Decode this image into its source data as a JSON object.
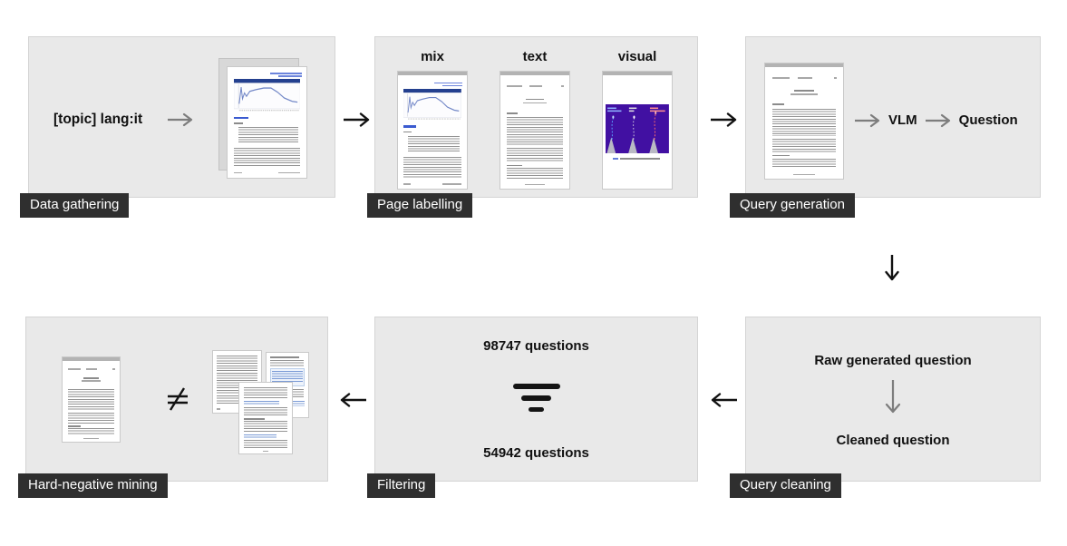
{
  "diagram": {
    "stages": {
      "data_gathering": {
        "badge": "Data gathering",
        "query_text": "[topic] lang:it"
      },
      "page_labelling": {
        "badge": "Page labelling",
        "labels": [
          "mix",
          "text",
          "visual"
        ]
      },
      "query_generation": {
        "badge": "Query generation",
        "vlm_label": "VLM",
        "output_label": "Question"
      },
      "query_cleaning": {
        "badge": "Query cleaning",
        "raw_label": "Raw generated question",
        "cleaned_label": "Cleaned question"
      },
      "filtering": {
        "badge": "Filtering",
        "count_before": "98747 questions",
        "count_after": "54942 questions"
      },
      "hard_negative_mining": {
        "badge": "Hard-negative mining"
      }
    },
    "colors": {
      "panel_bg": "#e9e9e9",
      "panel_border": "#d4d4d4",
      "badge_bg": "#2f2f2f",
      "badge_text": "#ffffff",
      "arrow_black": "#111111",
      "arrow_gray": "#7d7d7d",
      "document_accent_blue": "#27479e",
      "visual_figure_purple": "#4110a2"
    }
  }
}
